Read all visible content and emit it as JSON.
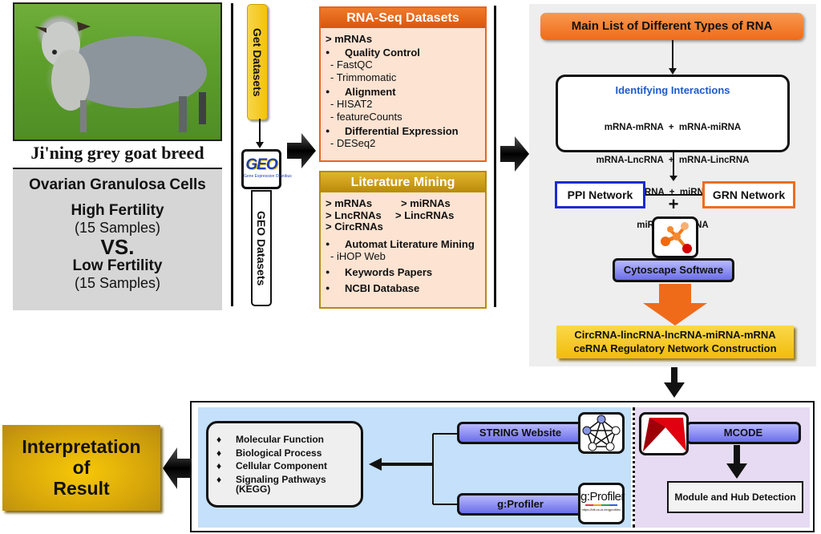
{
  "left": {
    "photo_alt": "Ji'ning grey goat photo",
    "breed_label": "Ji'ning grey goat breed",
    "cells_title": "Ovarian Granulosa Cells",
    "group1_label": "High Fertility",
    "group1_samples": "(15 Samples)",
    "vs_label": "VS.",
    "group2_label": "Low Fertility",
    "group2_samples": "(15 Samples)"
  },
  "source": {
    "get_datasets": "Get Datasets",
    "geo_logo_text": "GEO",
    "geo_logo_sub": "Gene Expression Omnibus",
    "geo_datasets": "GEO Datasets"
  },
  "rnaseq": {
    "title": "RNA-Seq Datasets",
    "lines": [
      {
        "text": "> mRNAs",
        "bold": true
      },
      {
        "text": "Quality Control",
        "bullet": true
      },
      {
        "text": "- FastQC"
      },
      {
        "text": "- Trimmomatic"
      },
      {
        "text": "Alignment",
        "bullet": true
      },
      {
        "text": "- HISAT2"
      },
      {
        "text": "- featureCounts"
      },
      {
        "text": "Differential Expression",
        "bullet": true
      },
      {
        "text": "- DESeq2"
      }
    ]
  },
  "literature": {
    "title": "Literature Mining",
    "rna_types": [
      "> mRNAs",
      "> miRNAs",
      "> LncRNAs",
      "> LincRNAs",
      "> CircRNAs"
    ],
    "items": [
      {
        "text": "Automat Literature Mining",
        "bullet": true
      },
      {
        "text": "- iHOP Web"
      },
      {
        "text": "Keywords Papers",
        "bullet": true
      },
      {
        "text": "NCBI Database",
        "bullet": true
      }
    ]
  },
  "network": {
    "main_list": "Main List of Different Types of RNA",
    "interactions_title": "Identifying Interactions",
    "interactions_lines": [
      "mRNA-mRNA  +  mRNA-miRNA",
      "mRNA-LncRNA  +  mRNA-LincRNA",
      "mRNA-CircRNA  +  miRNA-LncRNA",
      "miRNA-CircRNA"
    ],
    "ppi": "PPI Network",
    "grn": "GRN Network",
    "plus": "+",
    "cytoscape": "Cytoscape Software",
    "cerna_line1": "CircRNA-lincRNA-lncRNA-miRNA-mRNA",
    "cerna_line2": "ceRNA Regulatory Network Construction"
  },
  "analysis": {
    "go_items": [
      "Molecular Function",
      "Biological Process",
      "Cellular Component",
      "Signaling Pathways",
      "(KEGG)"
    ],
    "string": "STRING Website",
    "gprofiler": "g:Profiler",
    "gprofiler_logo": "g:Profiler",
    "gprofiler_url": "https://biit.cs.ut.ee/gprofiler/",
    "mcode": "MCODE",
    "module": "Module and Hub Detection"
  },
  "result": {
    "line1": "Interpretation",
    "line2": "of",
    "line3": "Result"
  },
  "colors": {
    "orange": "#ef6b1a",
    "gold": "#f1bc0c",
    "blue_border": "#1a2bd1",
    "pill_blue": "#6b6ee8",
    "light_blue_bg": "#c4e0fa",
    "light_purple_bg": "#e6dbf2",
    "peach": "#fce3d2"
  }
}
